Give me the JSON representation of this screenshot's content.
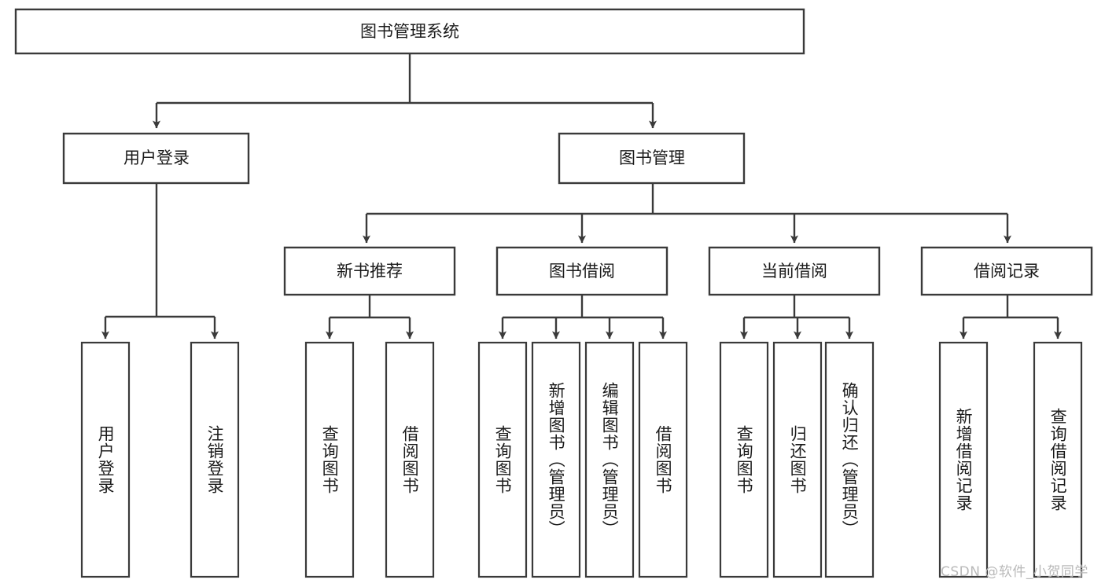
{
  "diagram": {
    "title_node": {
      "label": "图书管理系统"
    },
    "level2": [
      {
        "id": "user-login",
        "label": "用户登录"
      },
      {
        "id": "book-management",
        "label": "图书管理"
      }
    ],
    "level3": [
      {
        "id": "new-book-recommend",
        "label": "新书推荐"
      },
      {
        "id": "book-borrow",
        "label": "图书借阅"
      },
      {
        "id": "current-borrow",
        "label": "当前借阅"
      },
      {
        "id": "borrow-record",
        "label": "借阅记录"
      }
    ],
    "leaves": {
      "user_login": [
        {
          "id": "leaf-user-login",
          "label": "用户登录"
        },
        {
          "id": "leaf-logout-login",
          "label": "注销登录"
        }
      ],
      "new_book_recommend": [
        {
          "id": "leaf-query-book-1",
          "label": "查询图书"
        },
        {
          "id": "leaf-borrow-book-1",
          "label": "借阅图书"
        }
      ],
      "book_borrow": [
        {
          "id": "leaf-query-book-2",
          "label": "查询图书"
        },
        {
          "id": "leaf-add-book",
          "label": "新增图书（管理员）"
        },
        {
          "id": "leaf-edit-book",
          "label": "编辑图书（管理员）"
        },
        {
          "id": "leaf-borrow-book-2",
          "label": "借阅图书"
        }
      ],
      "current_borrow": [
        {
          "id": "leaf-query-book-3",
          "label": "查询图书"
        },
        {
          "id": "leaf-return-book",
          "label": "归还图书"
        },
        {
          "id": "leaf-confirm-return",
          "label": "确认归还（管理员）"
        }
      ],
      "borrow_record": [
        {
          "id": "leaf-add-record",
          "label": "新增借阅记录"
        },
        {
          "id": "leaf-query-record",
          "label": "查询借阅记录"
        }
      ]
    },
    "watermark": "CSDN @软件_小贺同学",
    "colors": {
      "stroke": "#3a3a3a",
      "fill": "#ffffff",
      "text": "#1b1b1b",
      "watermark": "#b9b9b9"
    }
  }
}
